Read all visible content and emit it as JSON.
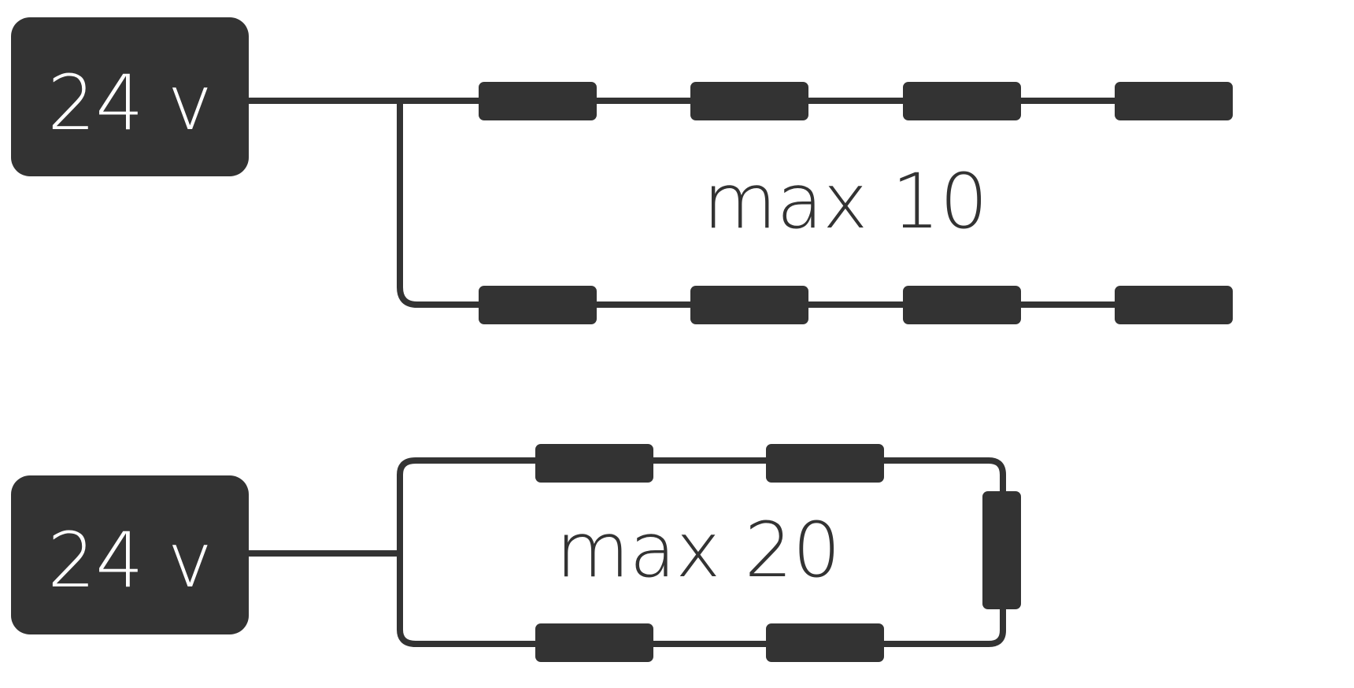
{
  "diagram_1": {
    "psu_label": "24 v",
    "max_label": "max 10"
  },
  "diagram_2": {
    "psu_label": "24 v",
    "max_label": "max 20"
  }
}
